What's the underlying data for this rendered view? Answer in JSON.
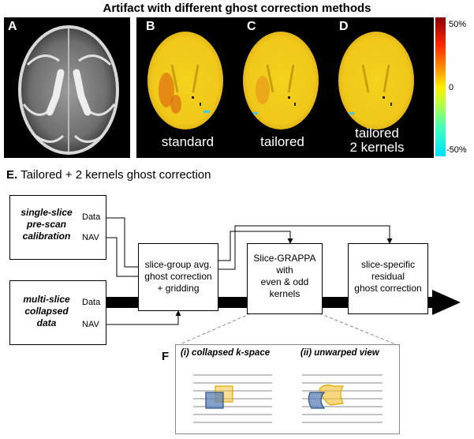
{
  "title": "Artifact with different ghost correction methods",
  "panels": [
    {
      "label": "A",
      "caption": ""
    },
    {
      "label": "B",
      "caption": "standard"
    },
    {
      "label": "C",
      "caption": "tailored"
    },
    {
      "label": "D",
      "caption_line1": "tailored",
      "caption_line2": "2 kernels"
    }
  ],
  "colorbar": {
    "top": "50%",
    "mid": "0",
    "bottom": "-50%"
  },
  "section_e": {
    "letter": "E.",
    "text": "Tailored + 2 kernels ghost correction"
  },
  "box_single": {
    "line1": "single-slice",
    "line2": "pre-scan",
    "line3": "calibration",
    "port1": "Data",
    "port2": "NAV"
  },
  "box_multi": {
    "line1": "multi-slice",
    "line2": "collapsed",
    "line3": "data",
    "port1": "Data",
    "port2": "NAV"
  },
  "box_group": {
    "line1": "slice-group avg.",
    "line2": "ghost correction",
    "line3": "+ gridding"
  },
  "box_grappa": {
    "line1": "Slice-GRAPPA",
    "line2": "with",
    "line3": "even & odd",
    "line4": "kernels"
  },
  "box_specific": {
    "line1": "slice-specific",
    "line2": "residual",
    "line3": "ghost correction"
  },
  "section_f": {
    "letter": "F",
    "left_title": "(i) collapsed k-space",
    "right_title": "(ii) unwarped view"
  },
  "colors": {
    "pipeline_arrow": "#000000",
    "blue_square": "#5b7fb5",
    "yellow_square": "#f5c33b"
  }
}
